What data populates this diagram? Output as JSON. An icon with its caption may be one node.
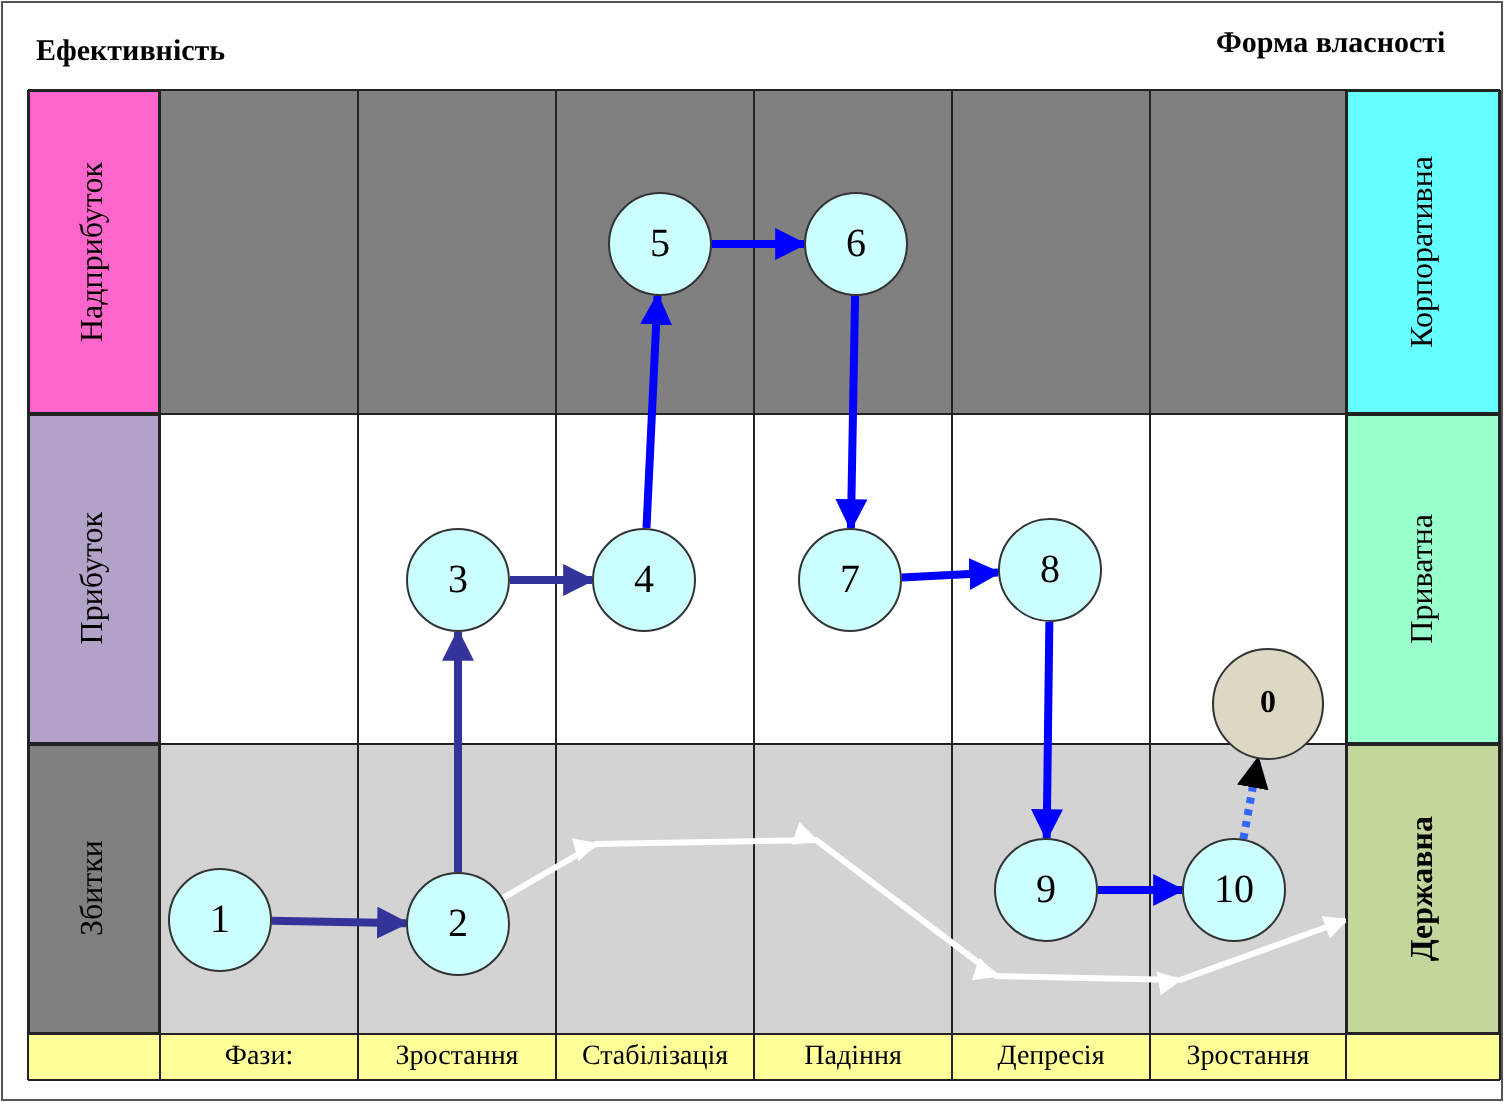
{
  "diagram": {
    "nodes": [
      {
        "text": [
          "Надприбуток"
        ]
      },
      {
        "text": [
          "Корпоративна"
        ]
      },
      {
        "text": [
          "5"
        ]
      },
      {
        "text": [
          "6"
        ]
      },
      {
        "text": [
          "Прибуток"
        ]
      },
      {
        "text": [
          "Приватна"
        ]
      },
      {
        "text": [
          "3"
        ]
      },
      {
        "text": [
          "4"
        ]
      },
      {
        "text": [
          "7"
        ]
      },
      {
        "text": [
          "8"
        ]
      },
      {
        "text": [
          "0"
        ]
      },
      {
        "text": [
          "Збитки"
        ]
      },
      {
        "text": [
          "Державна"
        ]
      },
      {
        "text": [
          "1"
        ]
      },
      {
        "text": [
          "2"
        ]
      },
      {
        "text": [
          "9"
        ]
      },
      {
        "text": [
          "10"
        ]
      }
    ],
    "edges": [
      {
        "from": 13,
        "to": 14,
        "arrow": "to",
        "color": "#333399"
      },
      {
        "from": 14,
        "to": 6,
        "arrow": "to",
        "color": "#333399"
      },
      {
        "from": 6,
        "to": 7,
        "arrow": "to",
        "color": "#333399"
      },
      {
        "from": 7,
        "to": 2,
        "arrow": "to",
        "color": "#0000ff"
      },
      {
        "from": 2,
        "to": 3,
        "arrow": "to",
        "color": "#0000ff"
      },
      {
        "from": 3,
        "to": 8,
        "arrow": "to",
        "color": "#0000ff"
      },
      {
        "from": 8,
        "to": 9,
        "arrow": "to",
        "color": "#0000ff"
      },
      {
        "from": 9,
        "to": 15,
        "arrow": "to",
        "color": "#0000ff"
      },
      {
        "from": 15,
        "to": 16,
        "arrow": "to",
        "color": "#0000ff"
      },
      {
        "from": 16,
        "to": 10,
        "arrow": "to",
        "style": "dashed",
        "color": "#3366ff"
      },
      {
        "from": 14,
        "to": 12,
        "arrow": "to",
        "color": "#ffffff"
      }
    ],
    "labels": [
      "Ефективність",
      "Форма власності",
      "Фази:",
      "Зростання",
      "Стабілізація",
      "Падіння",
      "Депресія",
      "Зростання"
    ]
  }
}
